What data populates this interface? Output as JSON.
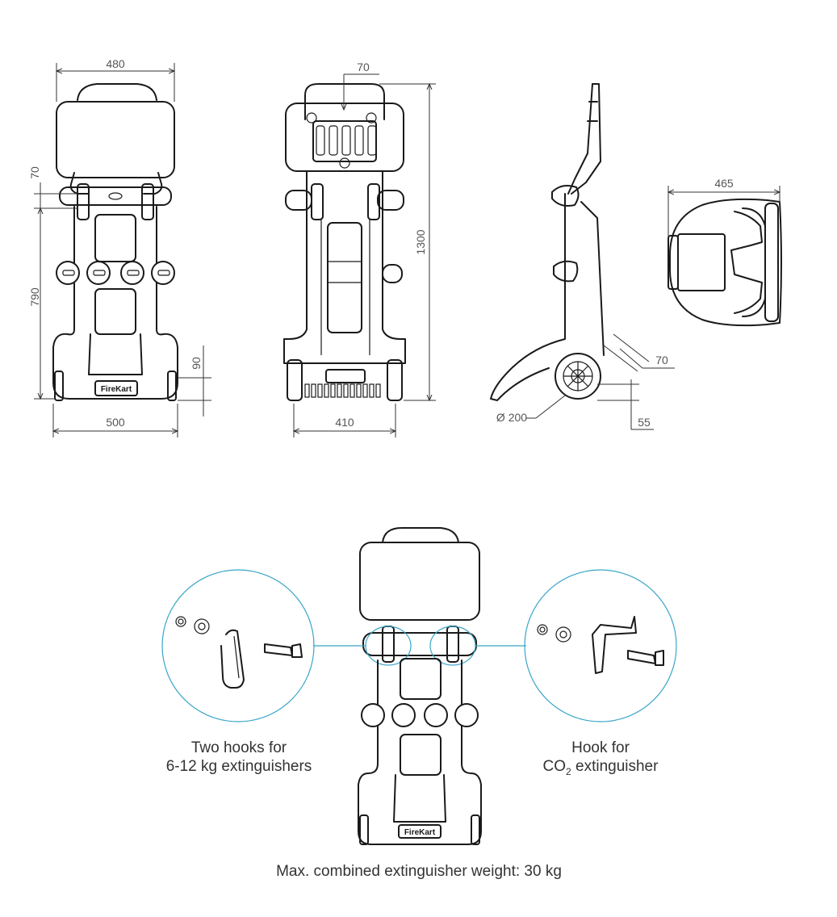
{
  "dimensions": {
    "front_width_top": "480",
    "hook_spacing": "70",
    "hook_height": "790",
    "wheel_clearance": "90",
    "base_width": "500",
    "handle_offset": "70",
    "total_height": "1300",
    "rear_width": "410",
    "side_offset": "70",
    "wheel_diameter": "Ø 200",
    "ground_clearance": "55",
    "top_depth": "465"
  },
  "captions": {
    "left_hook_line1": "Two hooks for",
    "left_hook_line2": "6-12 kg extinguishers",
    "right_hook_line1": "Hook for",
    "right_hook_co2_prefix": "CO",
    "right_hook_co2_sub": "2",
    "right_hook_co2_suffix": " extinguisher",
    "max_weight": "Max. combined extinguisher weight: 30 kg"
  },
  "brand": {
    "label_front": "FireKart",
    "label_bottom": "FireKart"
  },
  "colors": {
    "line": "#1a1a1a",
    "callout": "#3aa6c8",
    "text": "#333333"
  }
}
